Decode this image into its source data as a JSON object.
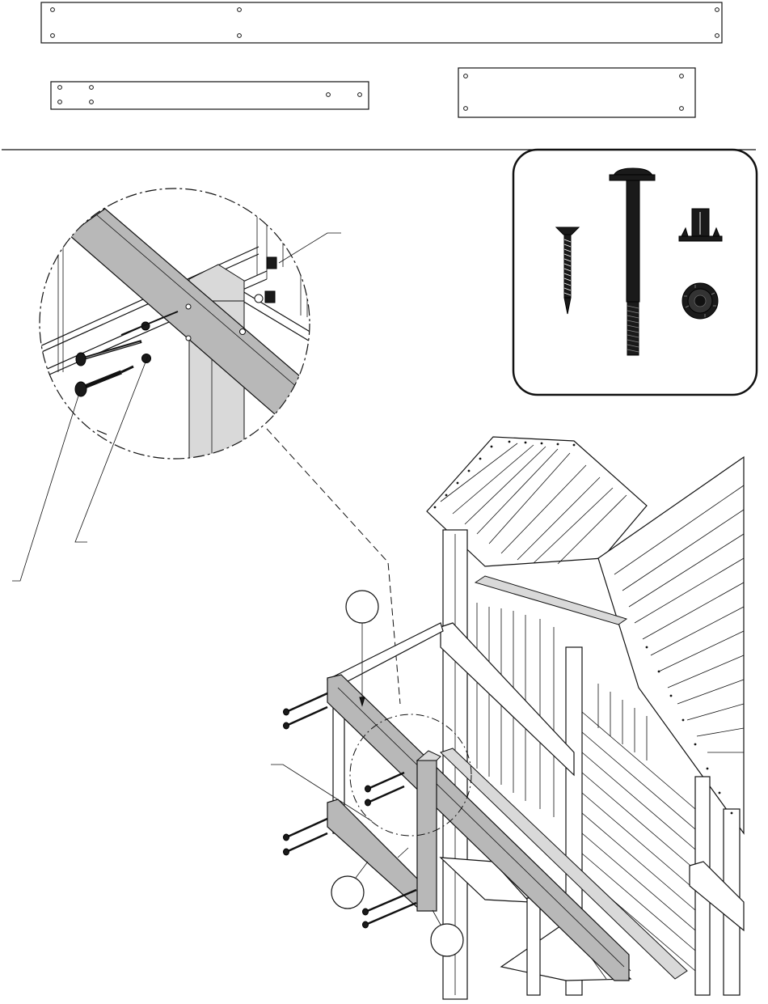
{
  "diagram": {
    "callouts": [
      "",
      "",
      ""
    ],
    "parts": [
      "board-long",
      "board-medium",
      "board-short"
    ],
    "hardware": [
      "wood-screw",
      "hex-bolt",
      "t-nut",
      "lock-nut"
    ]
  }
}
